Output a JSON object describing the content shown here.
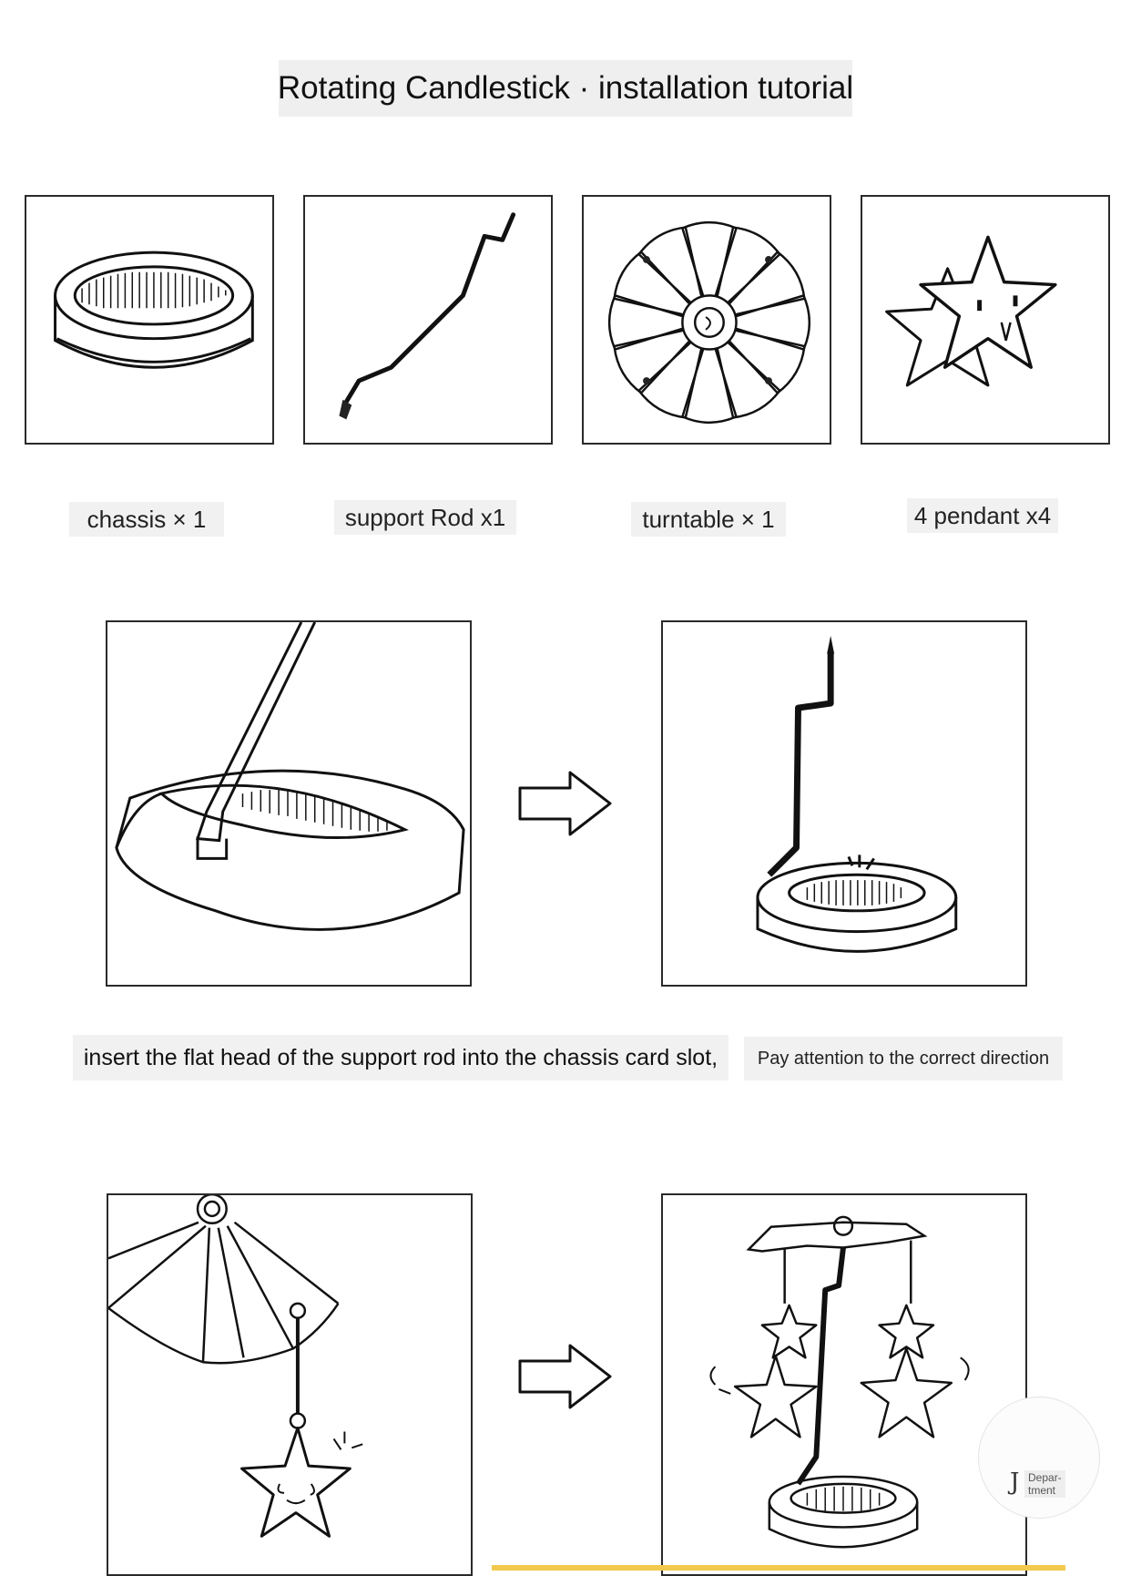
{
  "title": "Rotating Candlestick · installation tutorial",
  "parts": [
    {
      "label": "chassis × 1",
      "icon": "chassis-ring-icon"
    },
    {
      "label": "support Rod x1",
      "icon": "support-rod-icon"
    },
    {
      "label": "turntable × 1",
      "icon": "turntable-fan-icon"
    },
    {
      "label": "4 pendant x4",
      "icon": "star-pendant-icon"
    }
  ],
  "step1": {
    "text": "insert the flat head of the support rod into the chassis card slot,",
    "note": "Pay attention to the correct direction"
  },
  "badge": {
    "label": "Depar-\ntment",
    "mark": "J"
  }
}
